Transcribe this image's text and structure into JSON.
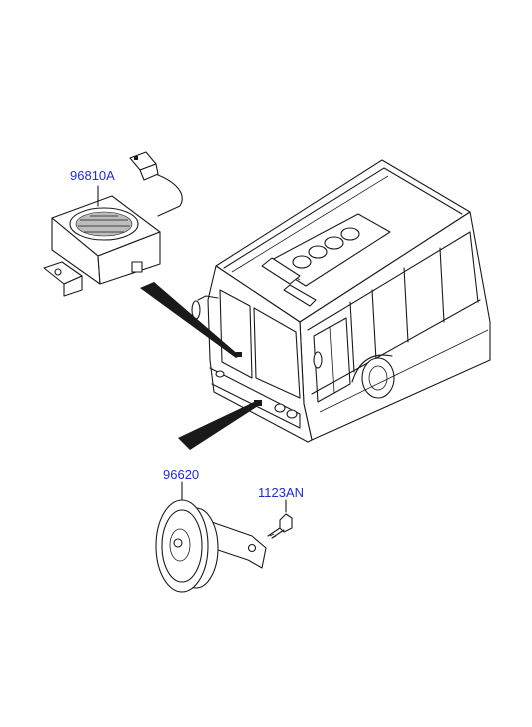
{
  "diagram": {
    "callouts": [
      {
        "id": "buzzer",
        "label": "96810A"
      },
      {
        "id": "horn",
        "label": "96620"
      },
      {
        "id": "bolt",
        "label": "1123AN"
      }
    ]
  }
}
